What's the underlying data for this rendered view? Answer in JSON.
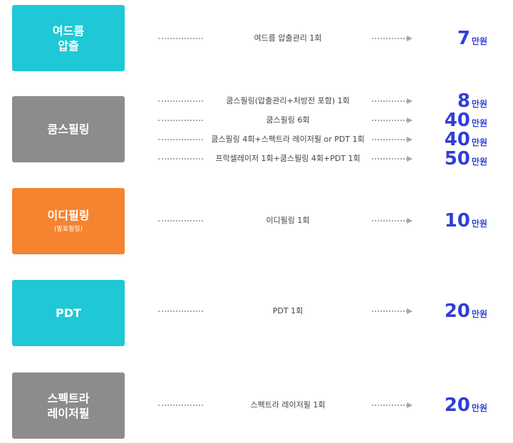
{
  "colors": {
    "cyan": "#1ec8d6",
    "gray": "#8c8c8c",
    "orange": "#f5832f",
    "price_blue": "#2f3fd6"
  },
  "rows": [
    {
      "title_line1": "여드름",
      "title_line2": "압출",
      "subtitle": "",
      "items": [
        {
          "desc": "여드름 압출관리 1회",
          "price": "7",
          "unit": "만원"
        }
      ]
    },
    {
      "title_line1": "쿰스필링",
      "title_line2": "",
      "subtitle": "",
      "items": [
        {
          "desc": "쿰스필링(압출관리+처방전 포함) 1회",
          "price": "8",
          "unit": "만원"
        },
        {
          "desc": "쿰스필링 6회",
          "price": "40",
          "unit": "만원"
        },
        {
          "desc": "쿰스필링 4회+스펙트라 레이저필 or PDT 1회",
          "price": "40",
          "unit": "만원"
        },
        {
          "desc": "프락셀레이저 1회+쿰스필링 4회+PDT 1회",
          "price": "50",
          "unit": "만원"
        }
      ]
    },
    {
      "title_line1": "이디필링",
      "title_line2": "",
      "subtitle": "(발효필링)",
      "items": [
        {
          "desc": "이디필링 1회",
          "price": "10",
          "unit": "만원"
        }
      ]
    },
    {
      "title_line1": "PDT",
      "title_line2": "",
      "subtitle": "",
      "items": [
        {
          "desc": "PDT 1회",
          "price": "20",
          "unit": "만원"
        }
      ]
    },
    {
      "title_line1": "스펙트라",
      "title_line2": "레이저필",
      "subtitle": "",
      "items": [
        {
          "desc": "스펙트라 레이저필 1회",
          "price": "20",
          "unit": "만원"
        }
      ]
    }
  ]
}
